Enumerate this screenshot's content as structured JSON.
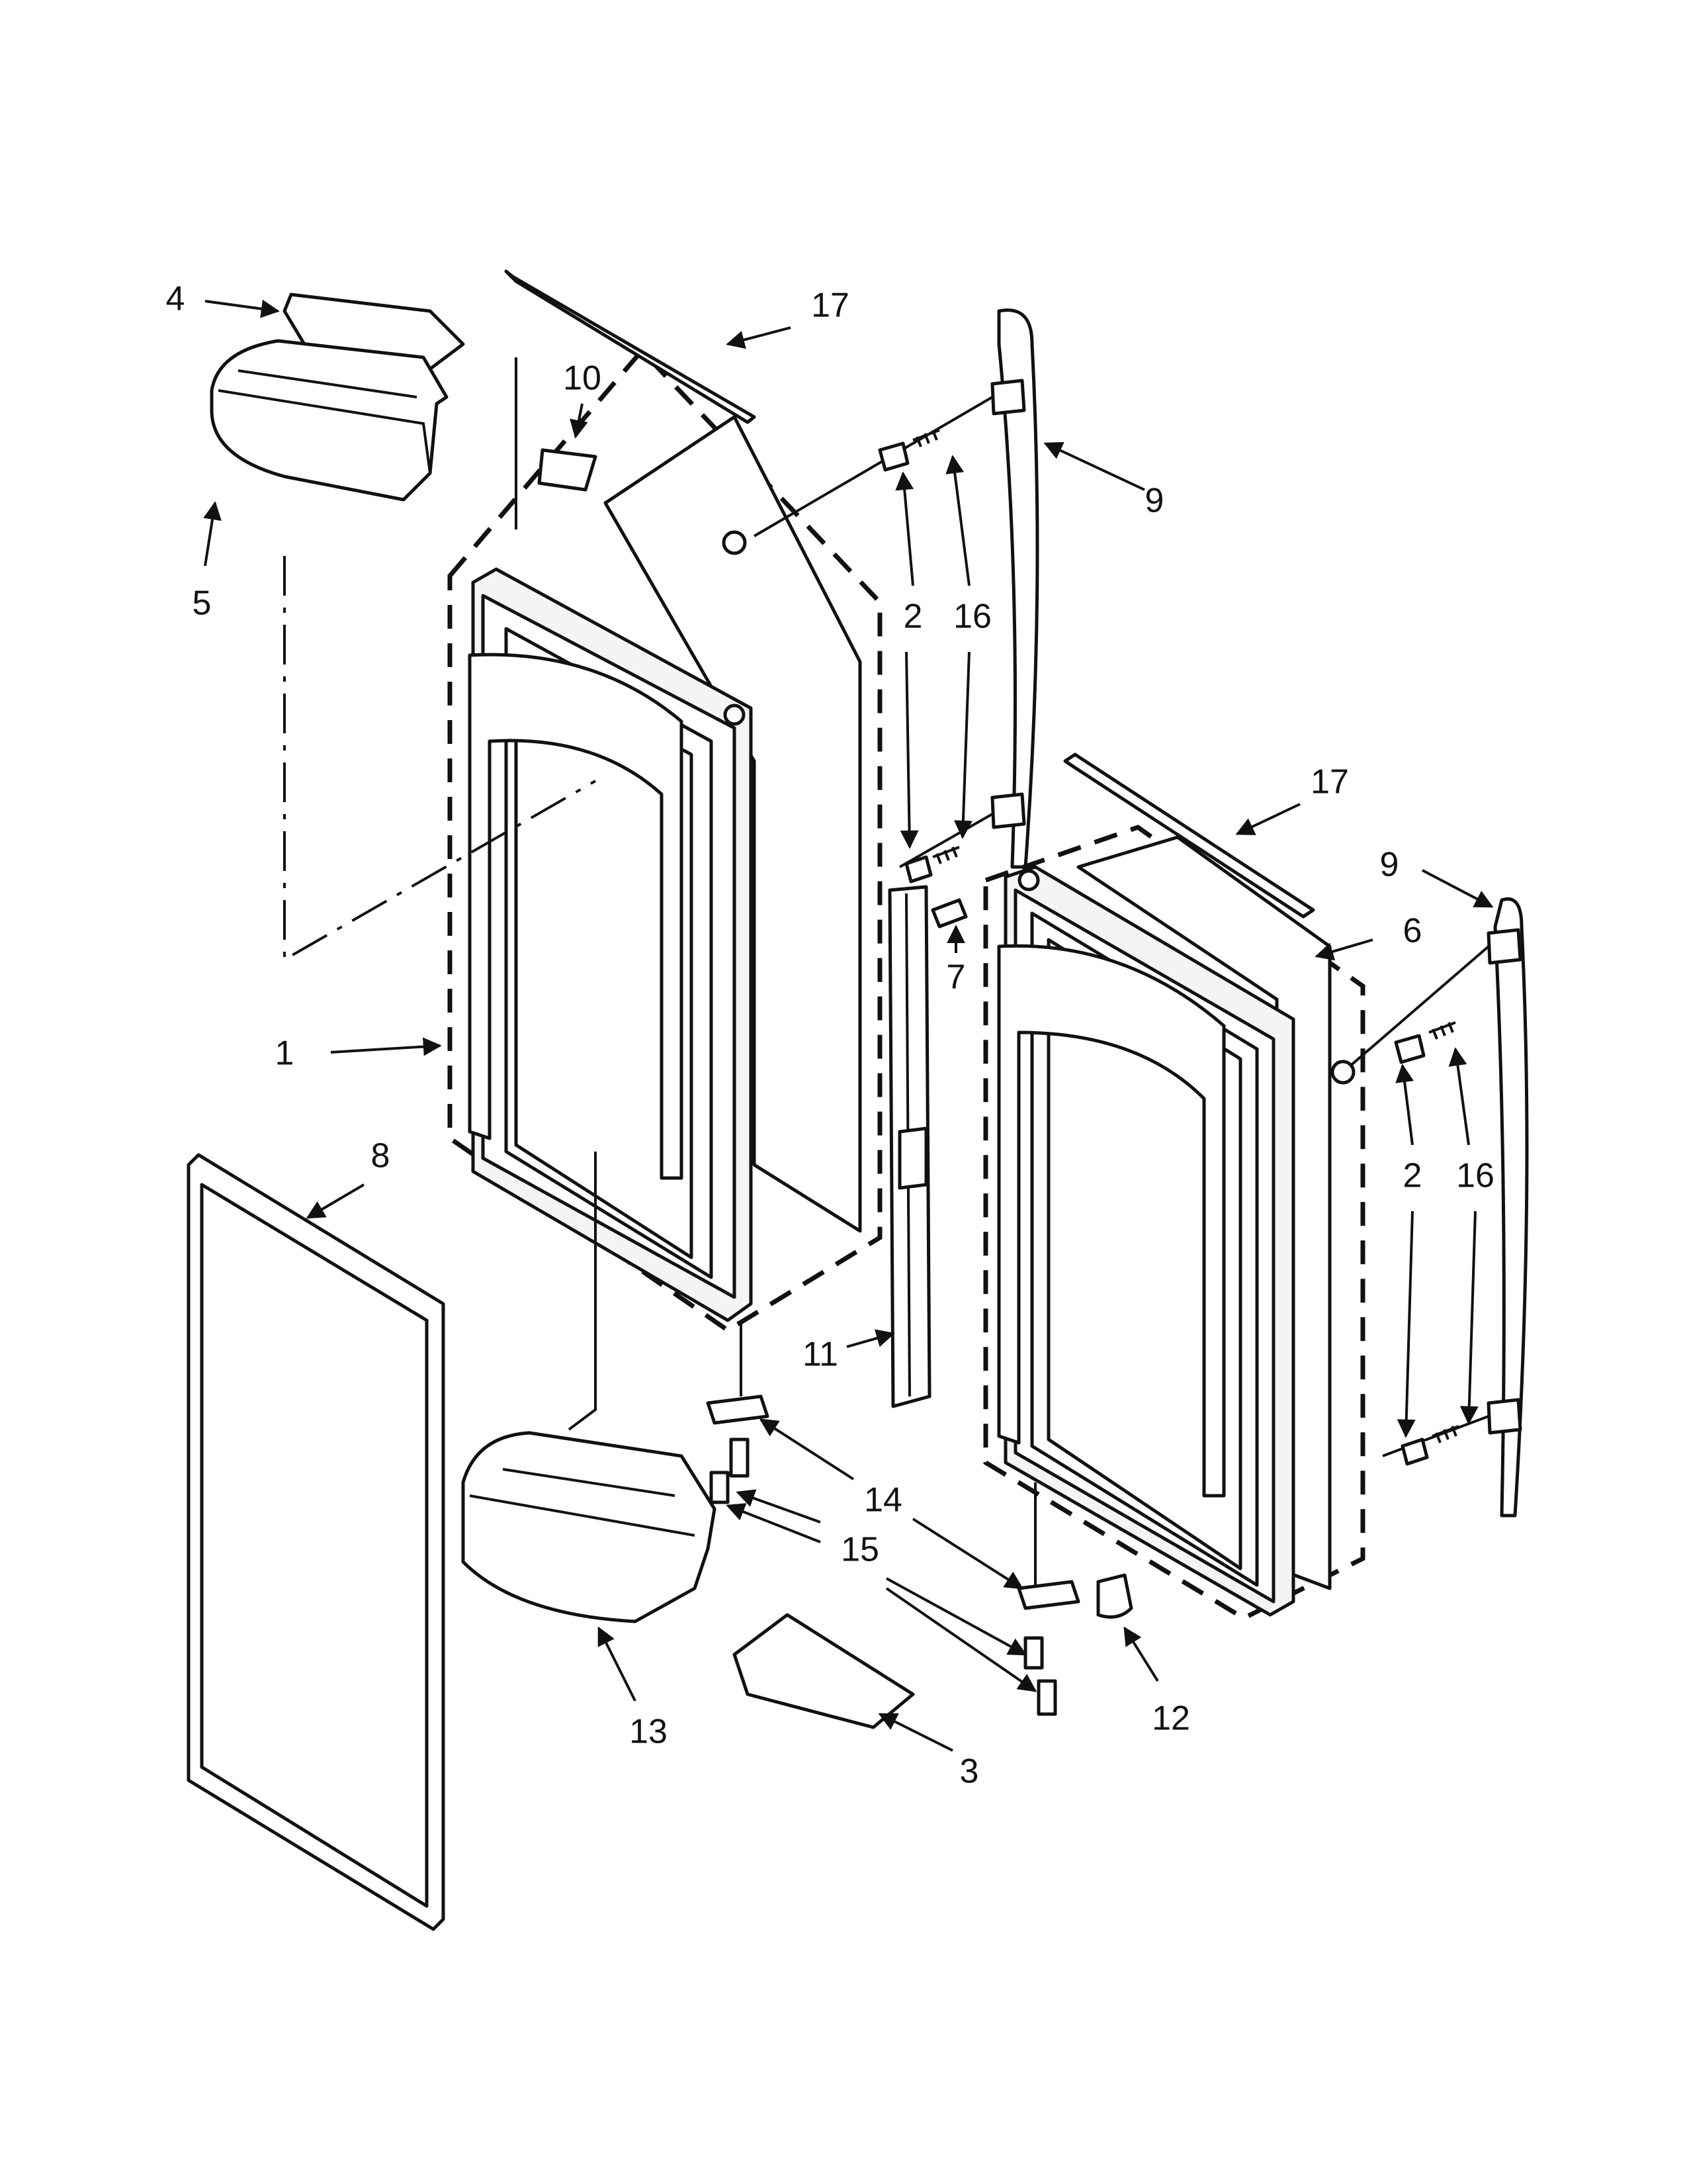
{
  "colors": {
    "line": "#111111",
    "background": "#ffffff",
    "part_fill": "#f4f4f4"
  },
  "callouts": [
    {
      "id": "c1",
      "label": "1"
    },
    {
      "id": "c2a",
      "label": "2"
    },
    {
      "id": "c2b",
      "label": "2"
    },
    {
      "id": "c3",
      "label": "3"
    },
    {
      "id": "c4",
      "label": "4"
    },
    {
      "id": "c5",
      "label": "5"
    },
    {
      "id": "c6",
      "label": "6"
    },
    {
      "id": "c7",
      "label": "7"
    },
    {
      "id": "c8",
      "label": "8"
    },
    {
      "id": "c9a",
      "label": "9"
    },
    {
      "id": "c9b",
      "label": "9"
    },
    {
      "id": "c10",
      "label": "10"
    },
    {
      "id": "c11",
      "label": "11"
    },
    {
      "id": "c12",
      "label": "12"
    },
    {
      "id": "c13",
      "label": "13"
    },
    {
      "id": "c14",
      "label": "14"
    },
    {
      "id": "c15",
      "label": "15"
    },
    {
      "id": "c16a",
      "label": "16"
    },
    {
      "id": "c16b",
      "label": "16"
    },
    {
      "id": "c17a",
      "label": "17"
    },
    {
      "id": "c17b",
      "label": "17"
    }
  ]
}
